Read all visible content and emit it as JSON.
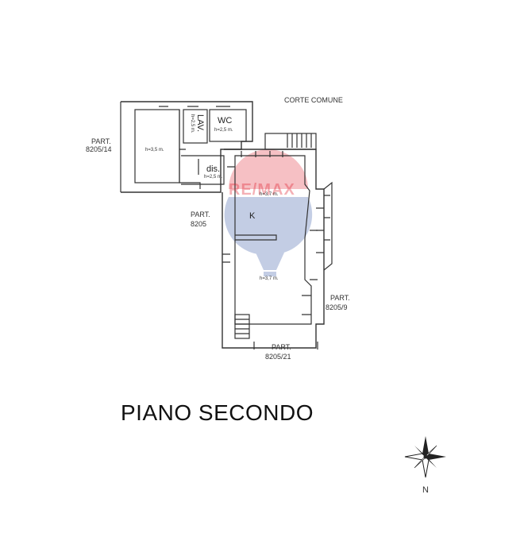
{
  "plan": {
    "title": "PIANO SECONDO",
    "corte_label": "CORTE COMUNE",
    "parcels": {
      "p14_line1": "PART.",
      "p14_line2": "8205/14",
      "p8205_line1": "PART.",
      "p8205_line2": "8205",
      "p9_line1": "PART.",
      "p9_line2": "8205/9",
      "p21_line1": "PART.",
      "p21_line2": "8205/21"
    },
    "rooms": {
      "wc": "WC",
      "wc_h": "h=2,5 m.",
      "lav": "LAV.",
      "lav_h": "h=2,5 m.",
      "dis": "dis.",
      "dis_h": "h=2,5 m.",
      "left_h": "h=3,5 m.",
      "k": "K",
      "k_h_top": "h=3,7 m.",
      "k_h_bottom": "h=3,7 m."
    },
    "compass": {
      "north": "N"
    },
    "watermark": {
      "brand": "RE/MAX"
    }
  }
}
